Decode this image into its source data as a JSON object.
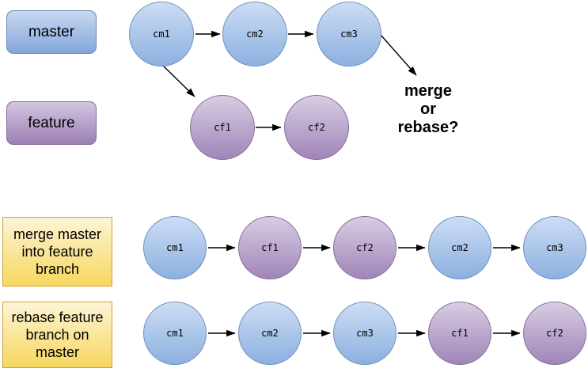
{
  "legend": {
    "master": "master",
    "feature": "feature"
  },
  "question_label": "merge\nor\nrebase?",
  "top_graph": {
    "master_commits": [
      {
        "label": "cm1"
      },
      {
        "label": "cm2"
      },
      {
        "label": "cm3"
      }
    ],
    "feature_commits": [
      {
        "label": "cf1"
      },
      {
        "label": "cf2"
      }
    ]
  },
  "scenarios": [
    {
      "caption": "merge master into feature branch",
      "commits": [
        {
          "label": "cm1",
          "branch": "master"
        },
        {
          "label": "cf1",
          "branch": "feature"
        },
        {
          "label": "cf2",
          "branch": "feature"
        },
        {
          "label": "cm2",
          "branch": "master"
        },
        {
          "label": "cm3",
          "branch": "master"
        }
      ]
    },
    {
      "caption": "rebase feature branch on master",
      "commits": [
        {
          "label": "cm1",
          "branch": "master"
        },
        {
          "label": "cm2",
          "branch": "master"
        },
        {
          "label": "cm3",
          "branch": "master"
        },
        {
          "label": "cf1",
          "branch": "feature"
        },
        {
          "label": "cf2",
          "branch": "feature"
        }
      ]
    }
  ],
  "colors": {
    "master_fill_top": "#cdddf4",
    "master_fill_bottom": "#8cb0e0",
    "master_border": "#7191bd",
    "feature_fill_top": "#d8cde3",
    "feature_fill_bottom": "#a085b8",
    "feature_border": "#8a6f9e",
    "caption_fill_top": "#fdf4d5",
    "caption_fill_bottom": "#f6d75f",
    "caption_border": "#d4a032",
    "arrow": "#000000"
  }
}
